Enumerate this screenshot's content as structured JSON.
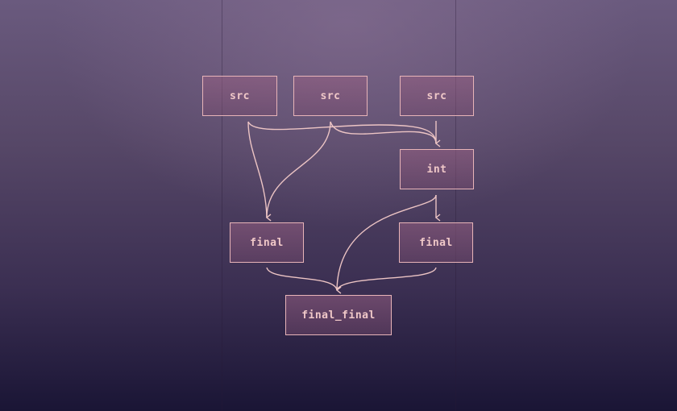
{
  "diagram": {
    "type": "dag-flow",
    "colors": {
      "node_border": "#e8b4b8",
      "node_text": "#f0c8c8",
      "edge": "#ecc4c4",
      "background_top": "#6a5a7e",
      "background_bottom": "#1a1535"
    },
    "nodes": [
      {
        "id": "src1",
        "label": "src"
      },
      {
        "id": "src2",
        "label": "src"
      },
      {
        "id": "src3",
        "label": "src"
      },
      {
        "id": "int",
        "label": "int"
      },
      {
        "id": "final1",
        "label": "final"
      },
      {
        "id": "final2",
        "label": "final"
      },
      {
        "id": "final_final",
        "label": "final_final"
      }
    ],
    "edges": [
      {
        "from": "src1",
        "to": "final1"
      },
      {
        "from": "src1",
        "to": "int"
      },
      {
        "from": "src2",
        "to": "final1"
      },
      {
        "from": "src2",
        "to": "int"
      },
      {
        "from": "src3",
        "to": "int"
      },
      {
        "from": "int",
        "to": "final2"
      },
      {
        "from": "int",
        "to": "final_final"
      },
      {
        "from": "final1",
        "to": "final_final"
      },
      {
        "from": "final2",
        "to": "final_final"
      }
    ]
  }
}
